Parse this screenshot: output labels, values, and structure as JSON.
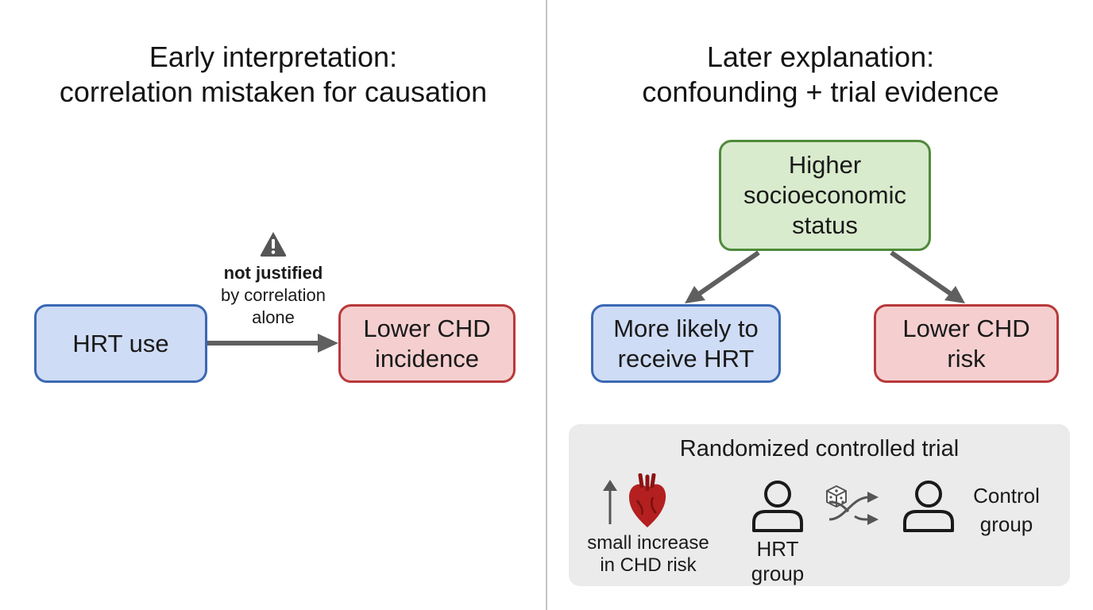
{
  "left": {
    "title_lines": [
      "Early interpretation:",
      "correlation mistaken for causation"
    ],
    "hrt_box": "HRT use",
    "chd_box_lines": [
      "Lower CHD",
      "incidence"
    ],
    "note_bold": "not justified",
    "note_lines": [
      "by correlation",
      "alone"
    ]
  },
  "right": {
    "title_lines": [
      "Later explanation:",
      "confounding + trial evidence"
    ],
    "ses_box_lines": [
      "Higher",
      "socioeconomic",
      "status"
    ],
    "hrt_box_lines": [
      "More likely to",
      "receive HRT"
    ],
    "chd_box_lines": [
      "Lower CHD",
      "risk"
    ]
  },
  "rct": {
    "title": "Randomized controlled trial",
    "risk_lines": [
      "small increase",
      "in CHD risk"
    ],
    "hrt_group_lines": [
      "HRT",
      "group"
    ],
    "control_group_lines": [
      "Control",
      "group"
    ]
  },
  "colors": {
    "blue_fill": "#cfdcf5",
    "blue_border": "#3a68b4",
    "red_fill": "#f5cfcf",
    "red_border": "#b8393b",
    "green_fill": "#d8ebcd",
    "green_border": "#4f8a3a",
    "arrow": "#5f5f5f",
    "heart": "#b3201f"
  },
  "icons": [
    "warning-icon",
    "up-arrow-icon",
    "heart-icon",
    "person-icon",
    "dice-icon",
    "shuffle-icon"
  ]
}
